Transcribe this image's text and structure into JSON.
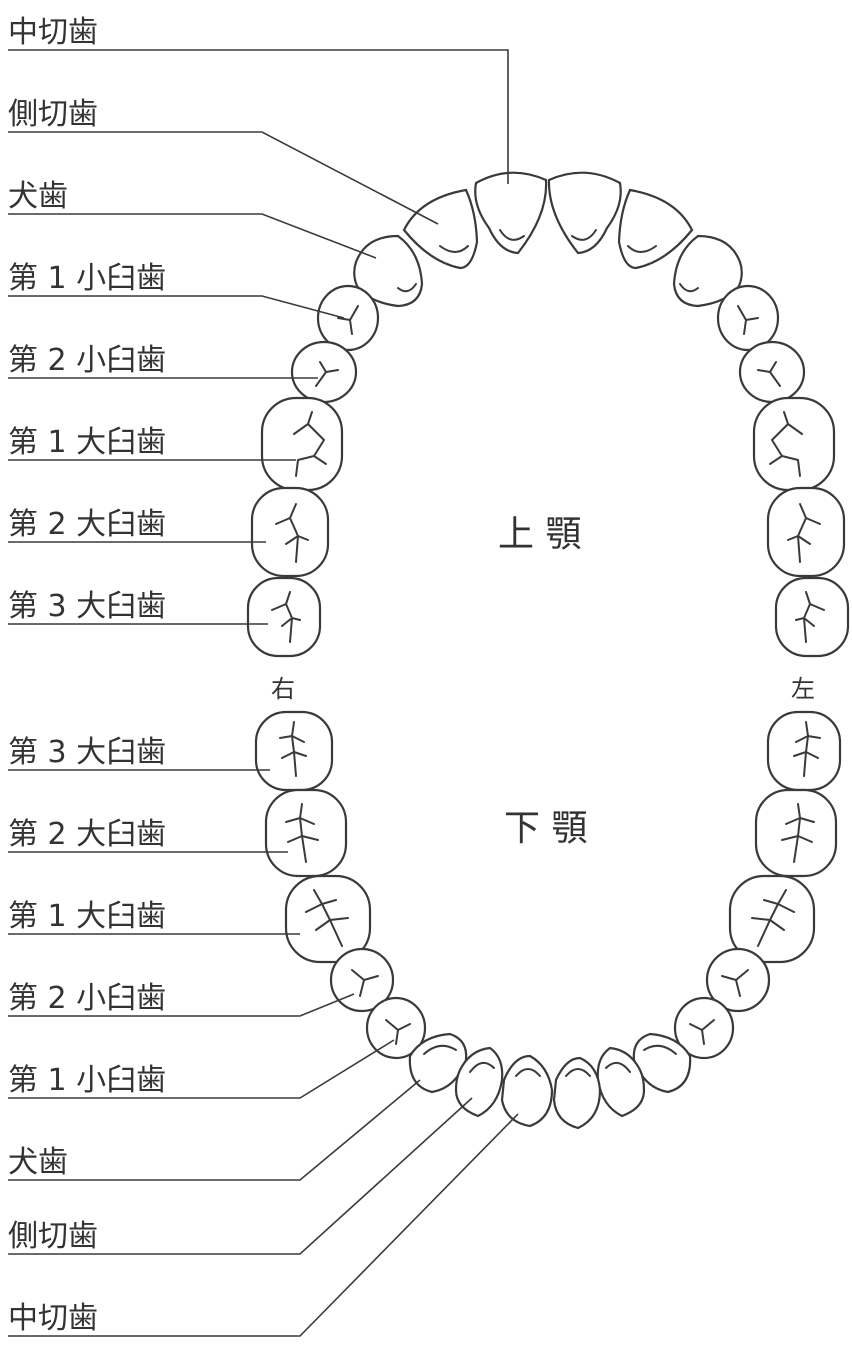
{
  "jaws": {
    "upper": "上 顎",
    "lower": "下 顎"
  },
  "sides": {
    "right": "右",
    "left": "左"
  },
  "upper_labels": [
    "中切歯",
    "側切歯",
    "犬歯",
    "第 1 小臼歯",
    "第 2 小臼歯",
    "第 1 大臼歯",
    "第 2 大臼歯",
    "第 3 大臼歯"
  ],
  "lower_labels": [
    "第 3 大臼歯",
    "第 2 大臼歯",
    "第 1 大臼歯",
    "第 2 小臼歯",
    "第 1 小臼歯",
    "犬歯",
    "側切歯",
    "中切歯"
  ]
}
